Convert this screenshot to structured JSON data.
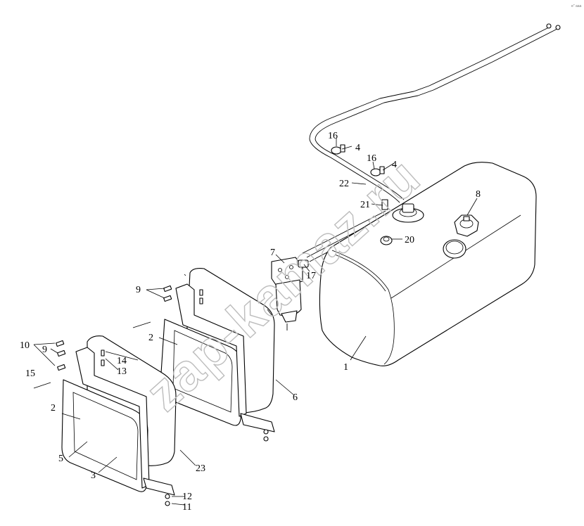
{
  "watermark": "zap-kamaz.ru",
  "corner_mark": "e\" aaa",
  "callouts": [
    {
      "id": "c1",
      "text": "1"
    },
    {
      "id": "c2a",
      "text": "2"
    },
    {
      "id": "c2b",
      "text": "2"
    },
    {
      "id": "c3",
      "text": "3"
    },
    {
      "id": "c4a",
      "text": "4"
    },
    {
      "id": "c4b",
      "text": "4"
    },
    {
      "id": "c5",
      "text": "5"
    },
    {
      "id": "c6",
      "text": "6"
    },
    {
      "id": "c7",
      "text": "7"
    },
    {
      "id": "c8",
      "text": "8"
    },
    {
      "id": "c9a",
      "text": "9"
    },
    {
      "id": "c9b",
      "text": "9"
    },
    {
      "id": "c10",
      "text": "10"
    },
    {
      "id": "c11",
      "text": "11"
    },
    {
      "id": "c12",
      "text": "12"
    },
    {
      "id": "c13",
      "text": "13"
    },
    {
      "id": "c14",
      "text": "14"
    },
    {
      "id": "c15",
      "text": "15"
    },
    {
      "id": "c16a",
      "text": "16"
    },
    {
      "id": "c16b",
      "text": "16"
    },
    {
      "id": "c17",
      "text": "17"
    },
    {
      "id": "c20",
      "text": "20"
    },
    {
      "id": "c21",
      "text": "21"
    },
    {
      "id": "c22",
      "text": "22"
    },
    {
      "id": "c23",
      "text": "23"
    }
  ]
}
